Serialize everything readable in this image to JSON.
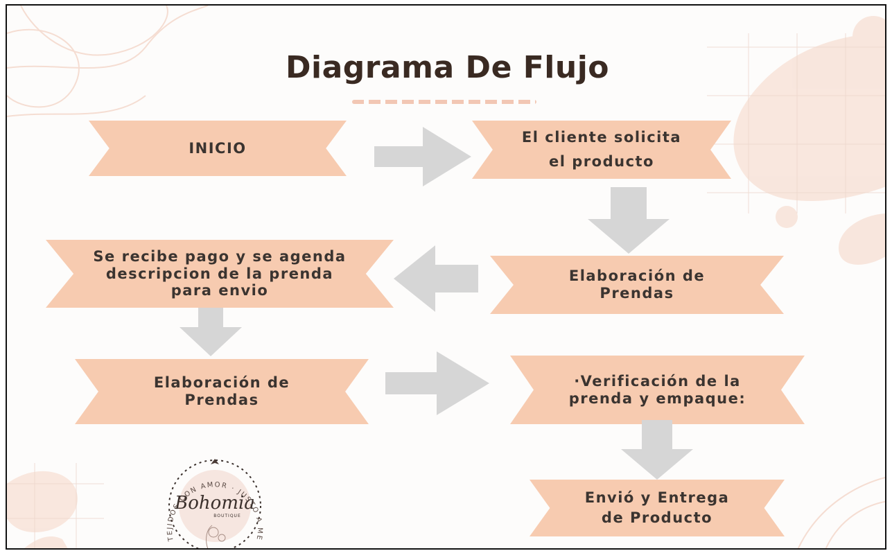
{
  "title": "Diagrama De Flujo",
  "colors": {
    "box": "#f7cbb0",
    "arrow": "#d6d6d6",
    "title": "#3a2a22",
    "text": "#3b3430",
    "decor": "#f8e4da"
  },
  "nodes": [
    {
      "id": "inicio",
      "lines": [
        "INICIO"
      ]
    },
    {
      "id": "solicita",
      "lines": [
        "El cliente solicita",
        "el producto"
      ]
    },
    {
      "id": "elaboracion-1",
      "lines": [
        "Elaboración de",
        "Prendas"
      ]
    },
    {
      "id": "pago",
      "lines": [
        "Se recibe pago y se agenda",
        "descripcion de la prenda",
        "para envio"
      ]
    },
    {
      "id": "elaboracion-2",
      "lines": [
        "Elaboración de",
        "Prendas"
      ]
    },
    {
      "id": "verificacion",
      "lines": [
        "·Verificación de la",
        "prenda y empaque:"
      ]
    },
    {
      "id": "envio",
      "lines": [
        "Envió y Entrega",
        "de Producto"
      ]
    }
  ],
  "logo": {
    "script": "Bohomia",
    "sub": "BOUTIQUE",
    "ring": "TEJIDOS CON AMOR · JUSTO A MEDIDA ·"
  }
}
